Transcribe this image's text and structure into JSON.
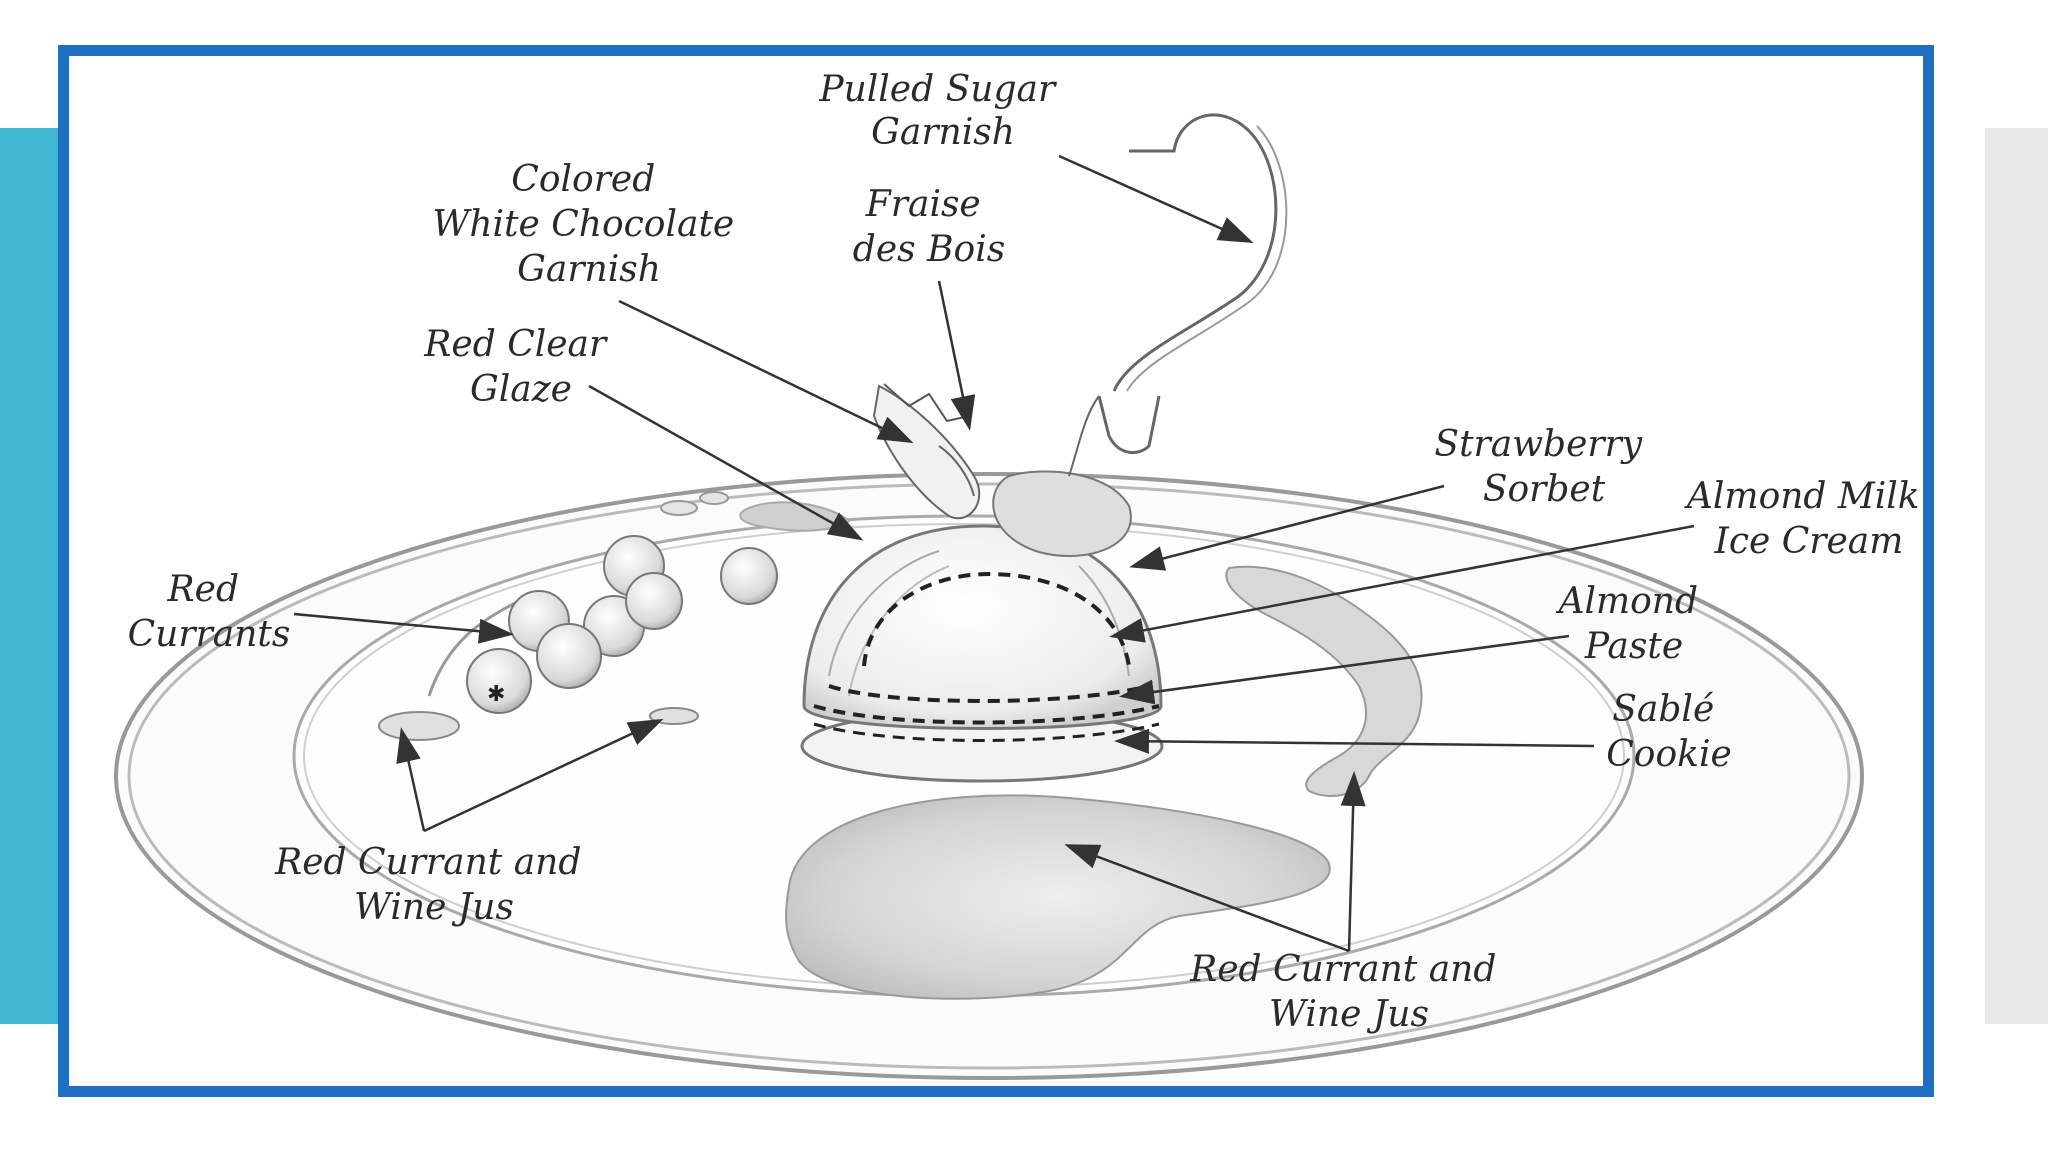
{
  "colors": {
    "frame_border": "#1f6fc4",
    "left_band": "#40b8d1",
    "right_band": "#e8e8e8",
    "sketch_line": "#555555",
    "label_text": "#2a2a2a"
  },
  "labels": {
    "pulled_sugar": [
      "Pulled Sugar",
      "Garnish"
    ],
    "white_choc": [
      "Colored",
      "White Chocolate",
      "Garnish"
    ],
    "fraise": [
      "Fraise",
      "des Bois"
    ],
    "red_glaze": [
      "Red Clear",
      "Glaze"
    ],
    "strawberry": [
      "Strawberry",
      "Sorbet"
    ],
    "almond_milk": [
      "Almond Milk",
      "Ice Cream"
    ],
    "almond_paste": [
      "Almond",
      "Paste"
    ],
    "sable": [
      "Sablé",
      "Cookie"
    ],
    "currants": [
      "Red",
      "Currants"
    ],
    "jus_left": [
      "Red Currant and",
      "Wine Jus"
    ],
    "jus_right": [
      "Red Currant and",
      "Wine Jus"
    ]
  }
}
